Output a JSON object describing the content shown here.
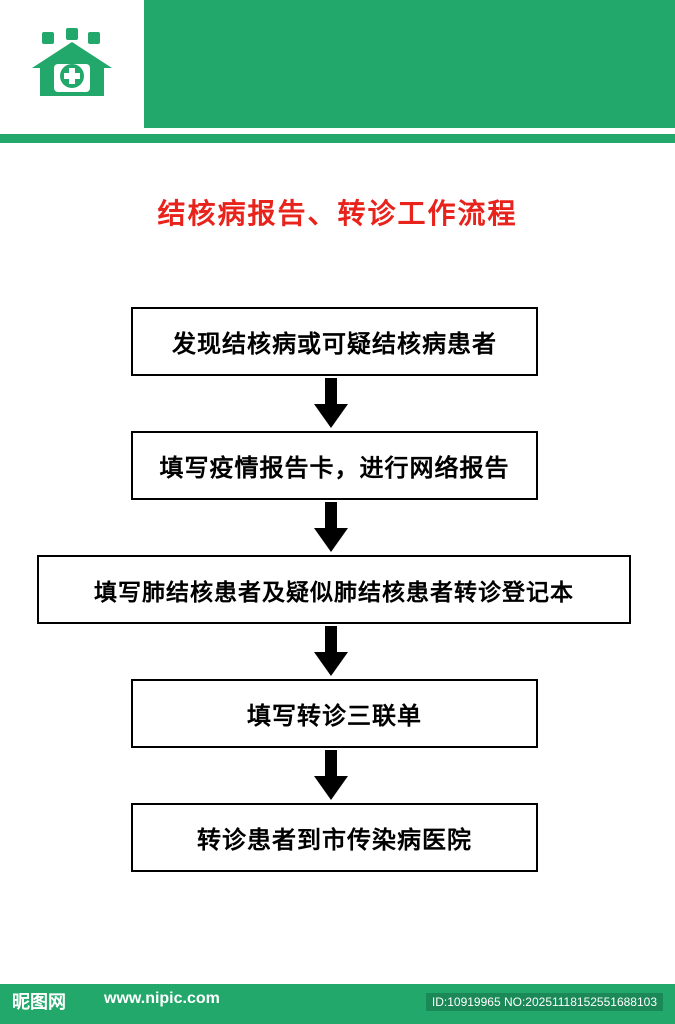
{
  "colors": {
    "brand_green": "#22a86b",
    "title_red": "#e8231c",
    "box_border": "#000000"
  },
  "logo": {
    "icon": "house-medical-cross-icon"
  },
  "title": "结核病报告、转诊工作流程",
  "steps": [
    "发现结核病或可疑结核病患者",
    "填写疫情报告卡，进行网络报告",
    "填写肺结核患者及疑似肺结核患者转诊登记本",
    "填写转诊三联单",
    "转诊患者到市传染病医院"
  ],
  "footer": {
    "brand": "昵图网",
    "site": "www.nipic.com",
    "id_text": "ID:10919965 NO:20251118152551688103"
  }
}
